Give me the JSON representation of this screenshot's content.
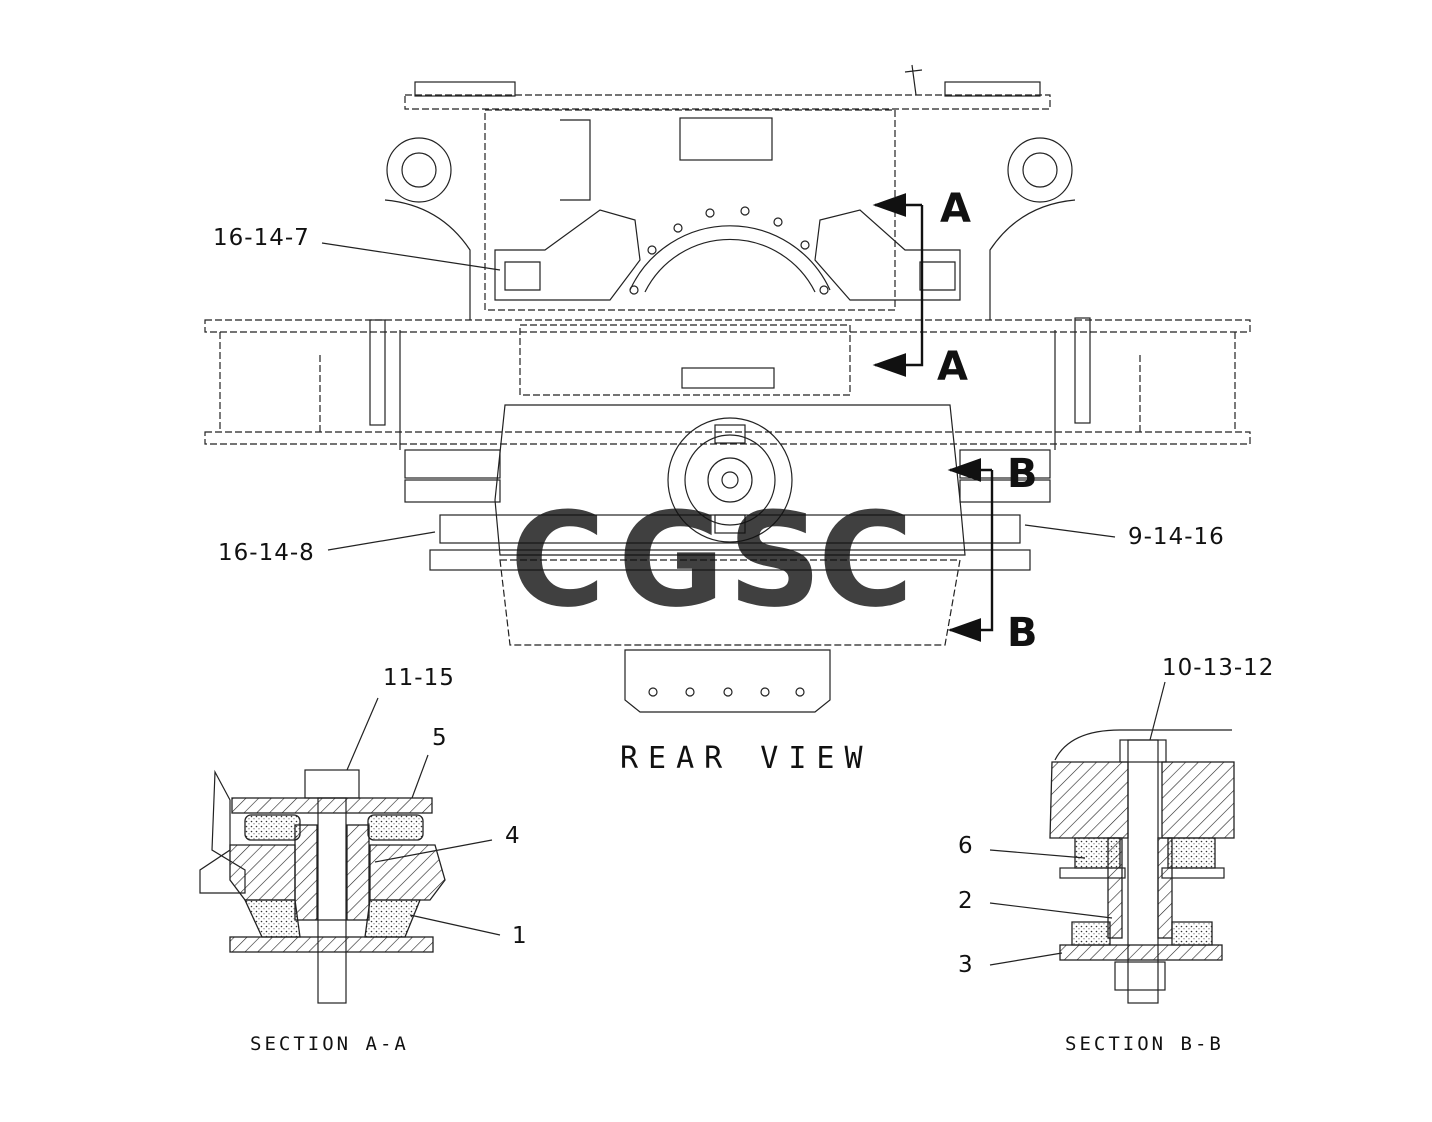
{
  "diagram": {
    "view_caption": "REAR VIEW",
    "section_arrows": {
      "a_top": "A",
      "a_bottom": "A",
      "b_top": "B",
      "b_bottom": "B"
    },
    "callouts_main": [
      {
        "id": "c1",
        "text": "16-14-7"
      },
      {
        "id": "c2",
        "text": "16-14-8"
      },
      {
        "id": "c3",
        "text": "9-14-16"
      }
    ],
    "section_a": {
      "caption": "SECTION A-A",
      "callouts": [
        "11-15",
        "5",
        "4",
        "1"
      ]
    },
    "section_b": {
      "caption": "SECTION B-B",
      "callouts": [
        "10-13-12",
        "6",
        "2",
        "3"
      ]
    },
    "watermark": {
      "letters": [
        "C",
        "G",
        "S",
        "C"
      ],
      "colors": [
        "#4285F4",
        "#EA4335",
        "#FBBC05",
        "#34A853"
      ]
    }
  }
}
